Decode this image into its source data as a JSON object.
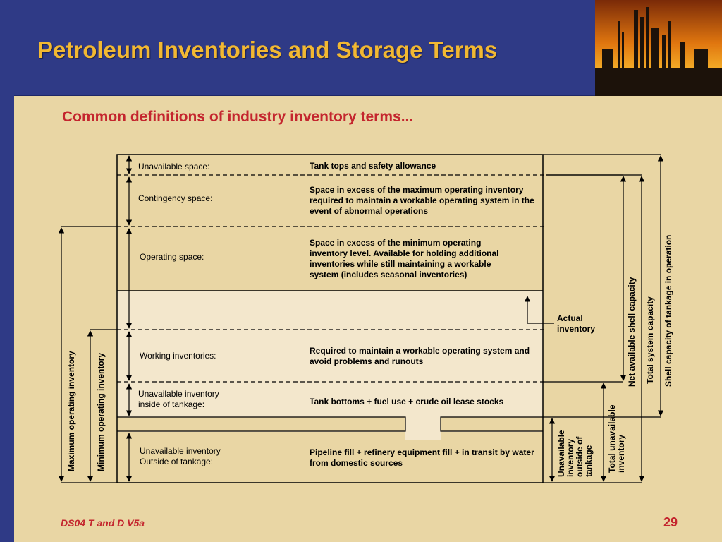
{
  "slide": {
    "title": "Petroleum Inventories and Storage Terms",
    "subtitle": "Common definitions of industry inventory terms...",
    "footer": "DS04 T and D V5a",
    "page_number": "29"
  },
  "rows": {
    "unavailable_space": {
      "label": "Unavailable space:",
      "desc": "Tank tops and safety allowance"
    },
    "contingency_space": {
      "label": "Contingency space:",
      "desc": "Space in excess of the maximum operating inventory required to maintain a workable operating system in the event of abnormal operations"
    },
    "operating_space": {
      "label": "Operating space:",
      "desc": "Space in excess of the minimum operating inventory level. Available for holding additional inventories while still maintaining a workable system (includes seasonal inventories)"
    },
    "working_inventories": {
      "label": "Working inventories:",
      "desc": "Required to maintain a workable operating system and avoid problems and runouts"
    },
    "unavailable_inside": {
      "label": "Unavailable inventory inside of tankage:",
      "desc": "Tank bottoms + fuel use + crude oil lease stocks"
    },
    "unavailable_outside": {
      "label": "Unavailable inventory Outside of tankage:",
      "desc": "Pipeline fill + refinery equipment fill + in transit by water from domestic sources"
    }
  },
  "annotations": {
    "actual_inventory": "Actual inventory",
    "max_operating": "Maximum operating inventory",
    "min_operating": "Minimum operating inventory",
    "net_available_shell": "Net available shell capacity",
    "total_system_capacity": "Total system capacity",
    "shell_capacity_in_operation": "Shell capacity of tankage in operation",
    "unavailable_outside_tankage": "Unavailable inventory outside of tankage",
    "total_unavailable": "Total unavailable inventory"
  },
  "colors": {
    "background": "#e9d6a4",
    "header_blue": "#2f3a86",
    "title_gold": "#f2b832",
    "accent_red": "#c4262e",
    "tank_fill": "#f3e7cc"
  }
}
